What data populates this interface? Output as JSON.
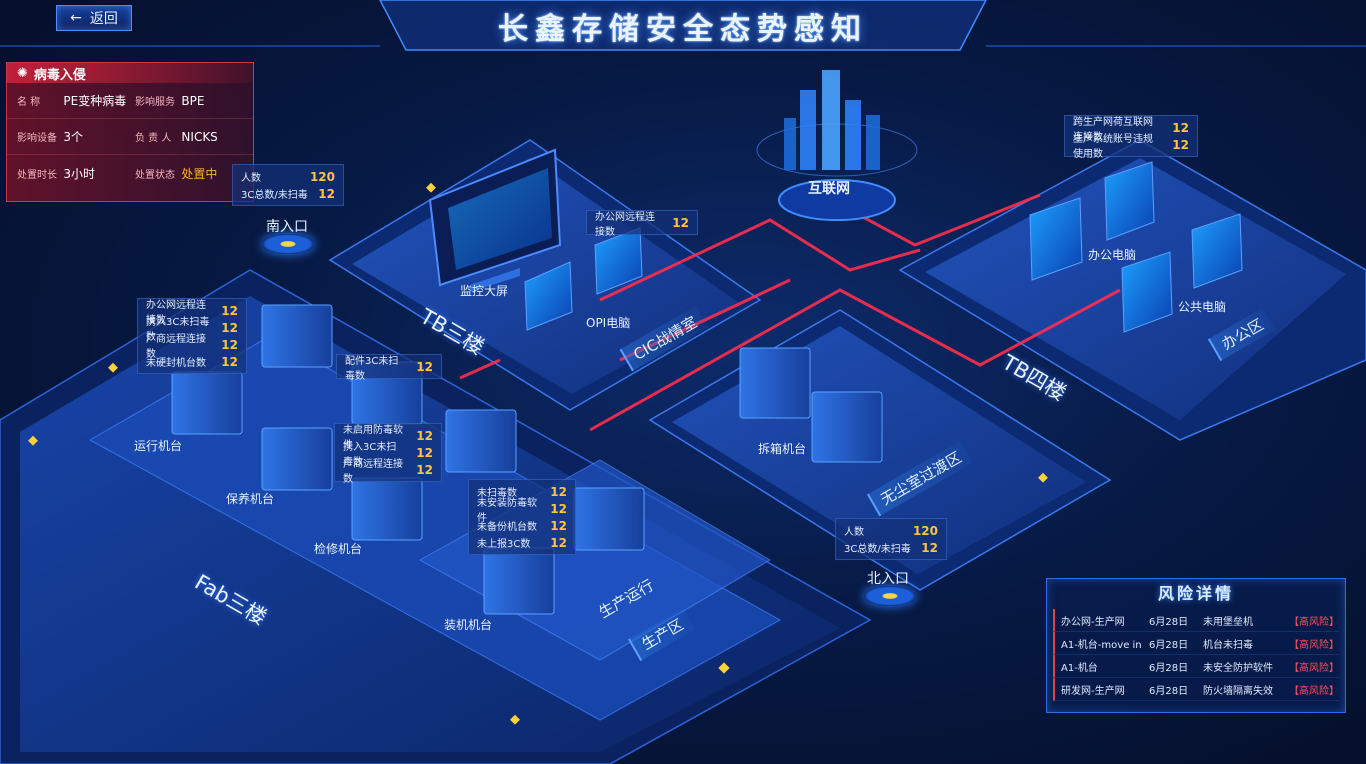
{
  "header": {
    "title": "长鑫存储安全态势感知",
    "back_label": "返回"
  },
  "virus": {
    "title": "病毒入侵",
    "name_label": "名    称",
    "name_value": "PE变种病毒",
    "service_label": "影响服务",
    "service_value": "BPE",
    "device_label": "影响设备",
    "device_value": "3个",
    "owner_label": "负 责 人",
    "owner_value": "NICKS",
    "duration_label": "处置时长",
    "duration_value": "3小时",
    "status_label": "处置状态",
    "status_value": "处置中"
  },
  "south_card": {
    "rows": [
      {
        "label": "人数",
        "value": "120"
      },
      {
        "label": "3C总数/未扫毒",
        "value": "12"
      }
    ]
  },
  "north_card": {
    "rows": [
      {
        "label": "人数",
        "value": "120"
      },
      {
        "label": "3C总数/未扫毒",
        "value": "12"
      }
    ]
  },
  "office_card_tb3": {
    "rows": [
      {
        "label": "办公网远程连接数",
        "value": "12"
      }
    ]
  },
  "office_card_tb4": {
    "rows": [
      {
        "label": "跨生产网荷互联网连接数",
        "value": "12"
      },
      {
        "label": "生产系统账号违规使用数",
        "value": "12"
      }
    ]
  },
  "fab_card": {
    "rows": [
      {
        "label": "办公网远程连接数",
        "value": "12"
      },
      {
        "label": "携入3C未扫毒数",
        "value": "12"
      },
      {
        "label": "厂商远程连接数",
        "value": "12"
      },
      {
        "label": "未硬封机台数",
        "value": "12"
      }
    ]
  },
  "config_card": {
    "rows": [
      {
        "label": "配件3C未扫毒数",
        "value": "12"
      }
    ]
  },
  "maint_card": {
    "rows": [
      {
        "label": "未启用防毒软件",
        "value": "12"
      },
      {
        "label": "携入3C未扫毒数",
        "value": "12"
      },
      {
        "label": "厂商远程连接数",
        "value": "12"
      }
    ]
  },
  "assembly_card": {
    "rows": [
      {
        "label": "未扫毒数",
        "value": "12"
      },
      {
        "label": "未安装防毒软件",
        "value": "12"
      },
      {
        "label": "未备份机台数",
        "value": "12"
      },
      {
        "label": "未上报3C数",
        "value": "12"
      }
    ]
  },
  "labels": {
    "south_entry": "南入口",
    "north_entry": "北入口",
    "monitor": "监控大屏",
    "opi_pc": "OPI电脑",
    "internet": "互联网",
    "office_pc": "办公电脑",
    "public_pc": "公共电脑",
    "run_machine": "运行机台",
    "maint_machine": "保养机台",
    "repair_machine": "检修机台",
    "assembly_machine": "装机机台",
    "unpack_machine": "拆箱机台",
    "tb3": "TB三楼",
    "tb4": "TB四楼",
    "fab3": "Fab三楼",
    "cic": "CIC战情室",
    "office_zone": "办公区",
    "dustfree": "无尘室过渡区",
    "production_run": "生产运行",
    "production_zone": "生产区"
  },
  "risk": {
    "title": "风险详情",
    "rows": [
      {
        "source": "办公网-生产网",
        "date": "6月28日",
        "event": "未用堡垒机",
        "level": "【高风险】"
      },
      {
        "source": "A1-机台-move in",
        "date": "6月28日",
        "event": "机台未扫毒",
        "level": "【高风险】"
      },
      {
        "source": "A1-机台",
        "date": "6月28日",
        "event": "未安全防护软件",
        "level": "【高风险】"
      },
      {
        "source": "研发网-生产网",
        "date": "6月28日",
        "event": "防火墙隔离失效",
        "level": "【高风险】"
      }
    ]
  },
  "colors": {
    "accent": "#3f8cff",
    "alert": "#e0404f",
    "value": "#ffc53d",
    "background": "#071a45"
  }
}
